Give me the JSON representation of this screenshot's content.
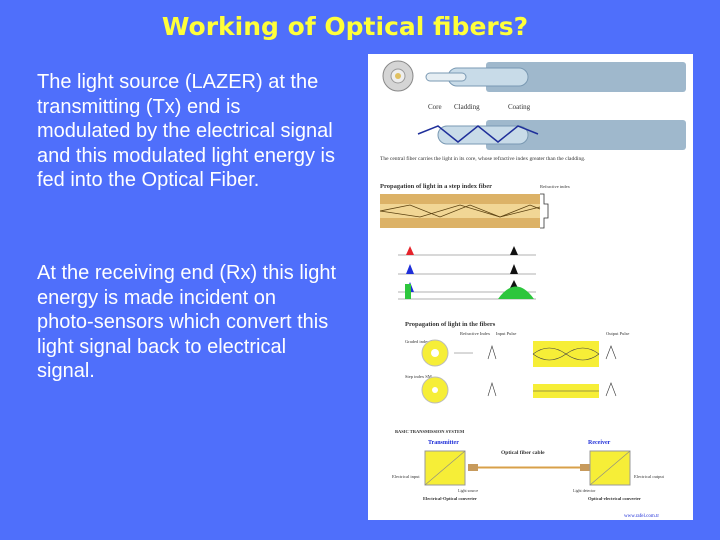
{
  "slide": {
    "title": "Working of Optical fibers?",
    "paragraph1": "The light source (LAZER) at the transmitting (Tx) end is modulated by the electrical signal and this modulated light energy is fed into the Optical Fiber.",
    "paragraph2": "At the receiving end (Rx) this light energy is made incident on photo-sensors which convert this light signal back to electrical signal."
  },
  "figure": {
    "fiber_labels": {
      "core": "Core",
      "cladding": "Cladding",
      "coating": "Coating"
    },
    "caption": "The central fiber carries the light in its core, whose refractive index greater than the cladding.",
    "step_index_title": "Propagation of light in a step index fiber",
    "refractive_index_label": "Refractive index",
    "propagation_title": "Propagation of light in the fibers",
    "graded_index_label": "Graded index MM",
    "step_index_label": "Step index SM",
    "col_refractive": "Refractive Index",
    "col_input": "Input Pulse",
    "col_output": "Output Pulse",
    "system_title": "BASIC TRANSMISSION SYSTEM",
    "transmitter": "Transmitter",
    "receiver": "Receiver",
    "fiber_cable": "Optical fiber cable",
    "electrical_input": "Electrical input",
    "electrical_output": "Electrical output",
    "light_source": "Light source",
    "light_detector": "Light detector",
    "eo_converter": "Electrical-Optical converter",
    "oe_converter": "Optical-electrical converter",
    "website": "www.rafel.com.tr",
    "colors": {
      "core": "#d8a04a",
      "yellow": "#f6ee37",
      "green": "#2dc63d",
      "blue": "#1f2fd8",
      "red": "#e5232b"
    }
  }
}
